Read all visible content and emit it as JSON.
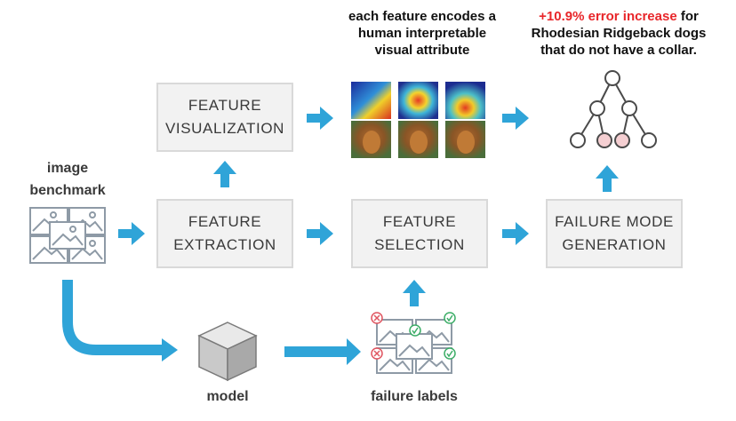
{
  "boxes": {
    "feature_visualization": {
      "line1": "FEATURE",
      "line2": "VISUALIZATION"
    },
    "feature_extraction": {
      "line1": "FEATURE",
      "line2": "EXTRACTION"
    },
    "feature_selection": {
      "line1": "FEATURE",
      "line2": "SELECTION"
    },
    "failure_mode_generation": {
      "line1": "FAILURE MODE",
      "line2": "GENERATION"
    }
  },
  "captions": {
    "visual_attribute": [
      "each feature encodes a",
      "human interpretable",
      "visual attribute"
    ],
    "error_highlight": "+10.9% error increase",
    "error_rest_line1": " for",
    "error_line2": "Rhodesian Ridgeback dogs",
    "error_line3": "that do not have a collar."
  },
  "labels": {
    "image_benchmark": [
      "image",
      "benchmark"
    ],
    "model": "model",
    "failure_labels": "failure labels"
  },
  "colors": {
    "arrow": "#2fa4d8",
    "box_fill": "#f2f2f2",
    "box_border": "#d9d9d9",
    "highlight_red": "#e8262a",
    "icon_stroke": "#8e9aa6",
    "tree_node_pink": "#f5cfd2",
    "check_green": "#3dae68",
    "cross_red": "#e05560"
  },
  "icons": [
    "image-stack-icon",
    "cube-icon",
    "labeled-image-stack-icon",
    "decision-tree-icon",
    "heatmap-thumbnail-icon",
    "dog-photo-icon"
  ]
}
